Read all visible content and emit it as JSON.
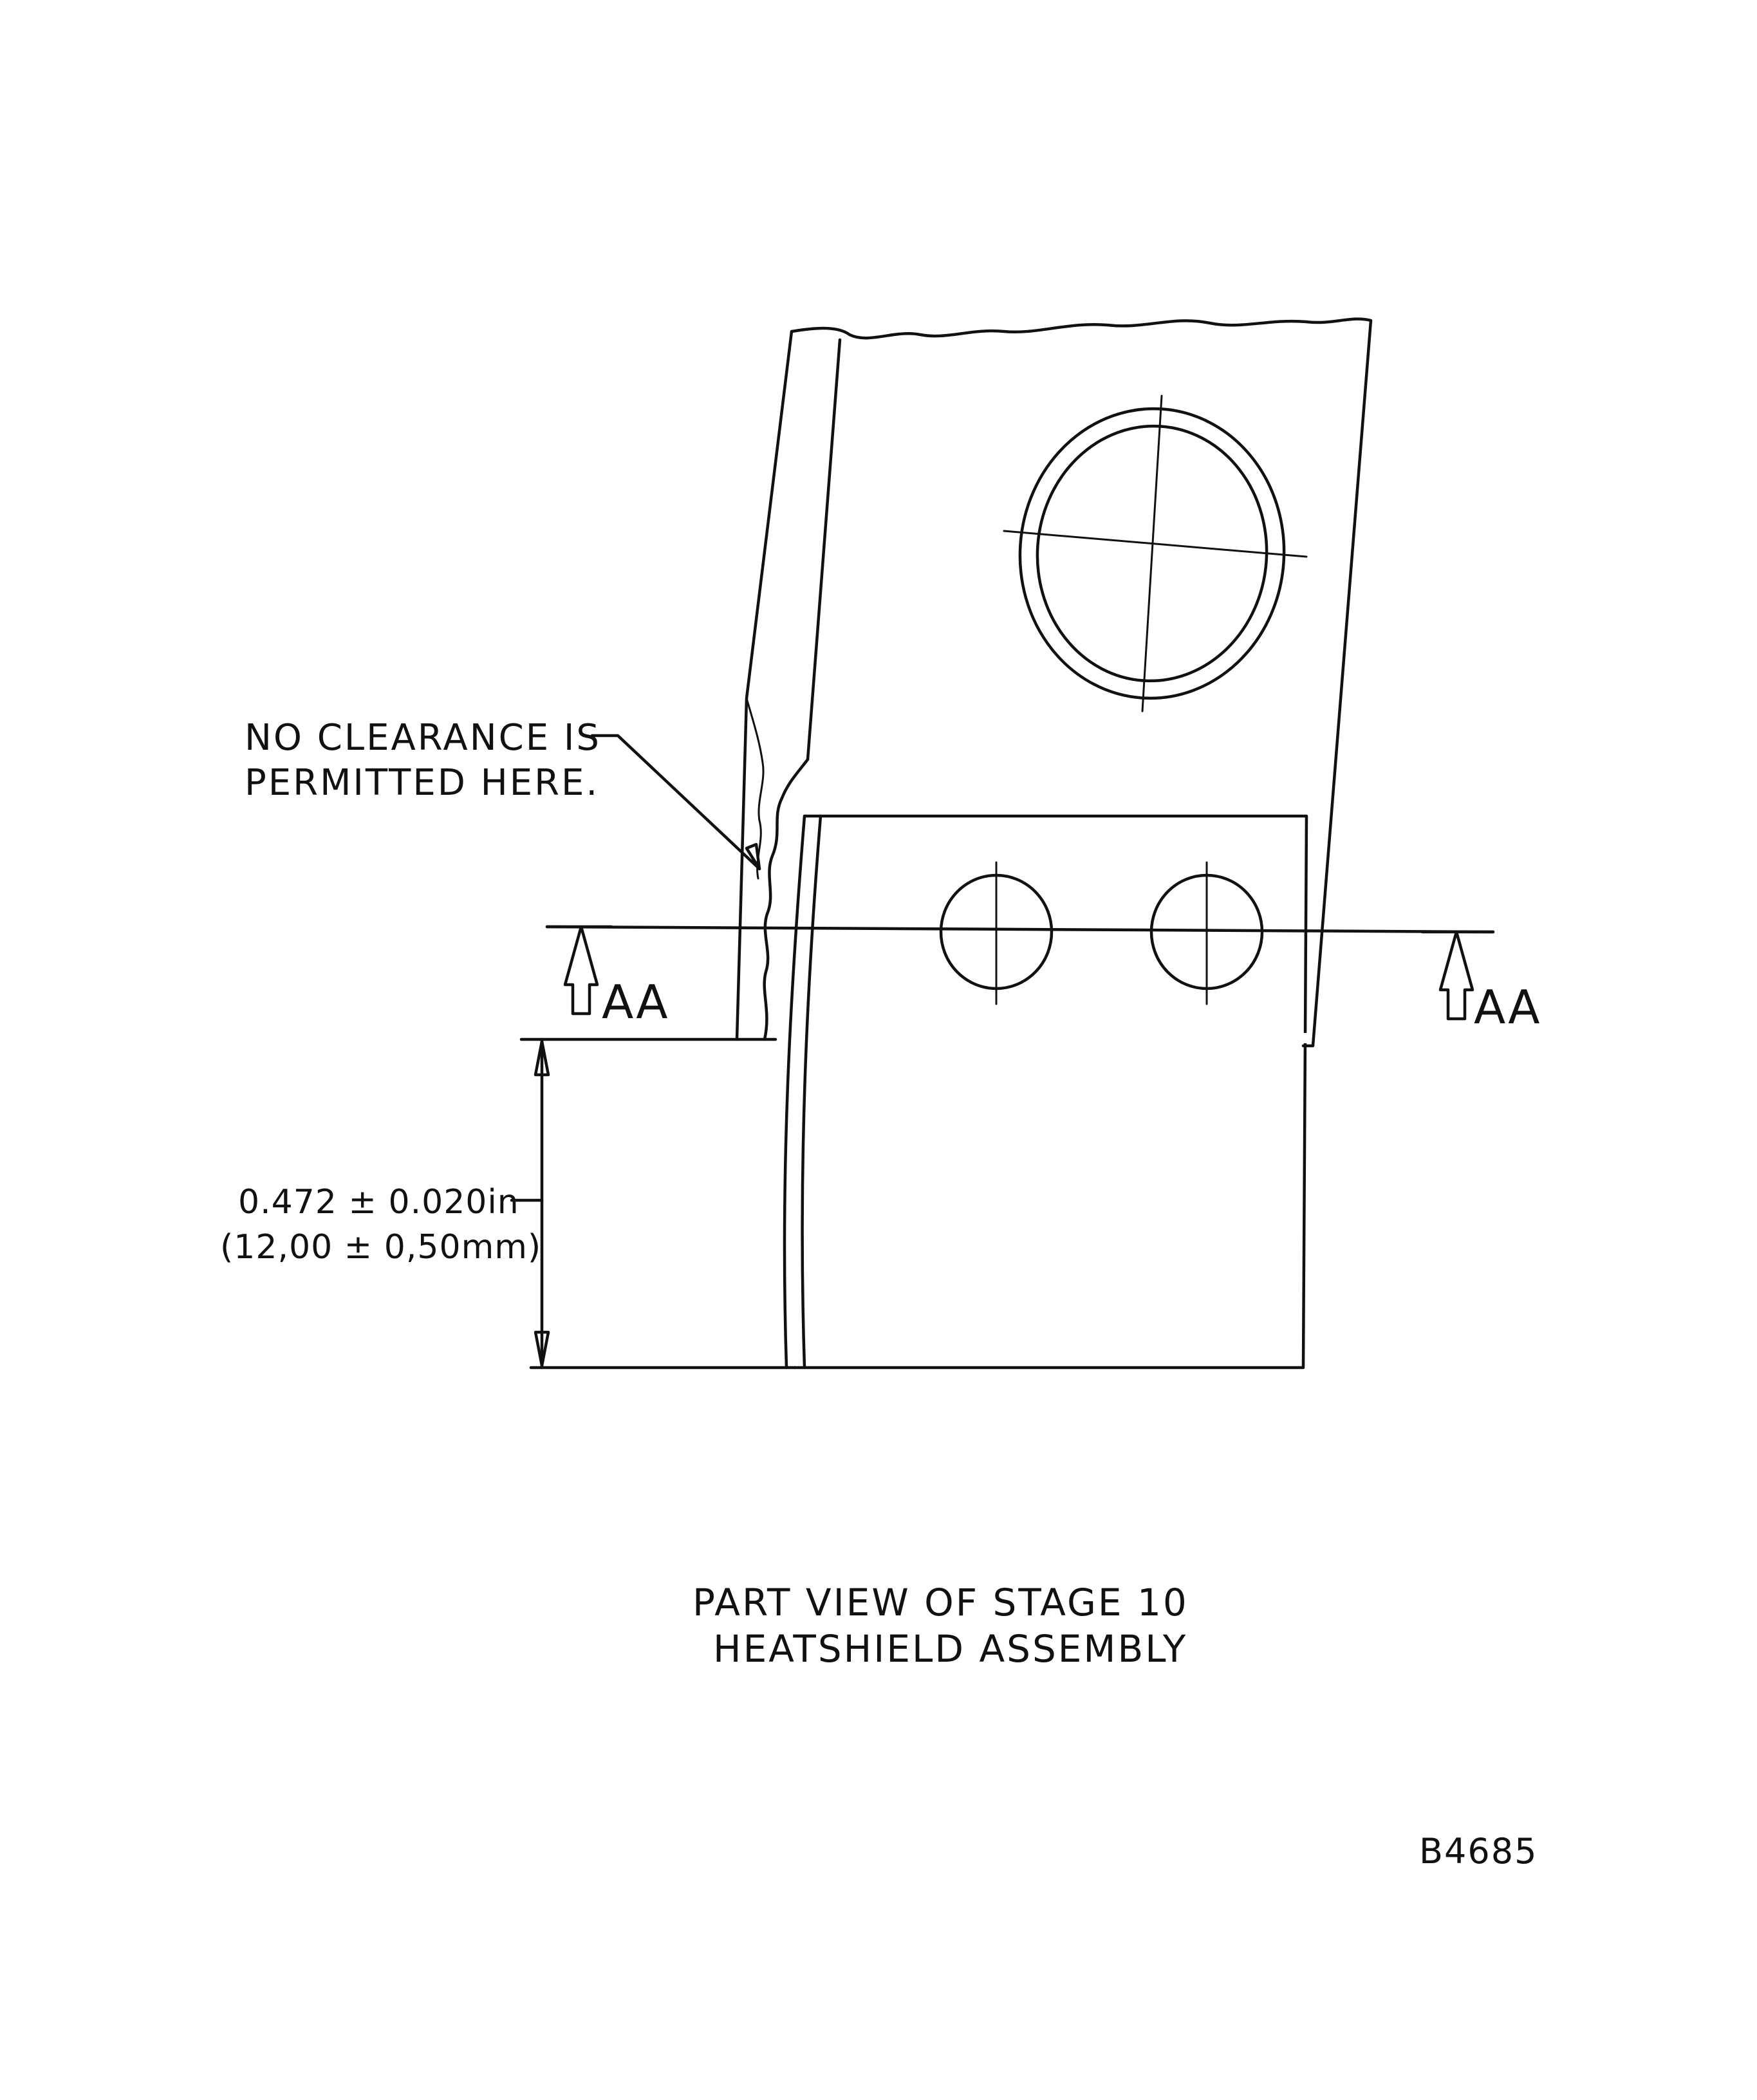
{
  "note": {
    "line1": "NO CLEARANCE IS",
    "line2": "PERMITTED HERE."
  },
  "section_marker": {
    "left_label": "AA",
    "right_label": "AA"
  },
  "dimension": {
    "imperial": "0.472 ± 0.020in",
    "metric": "(12,00 ± 0,50mm)"
  },
  "caption": {
    "line1": "PART VIEW OF STAGE 10",
    "line2": "HEATSHIELD ASSEMBLY"
  },
  "reference": "B4685",
  "colors": {
    "ink": "#111111",
    "paper": "#ffffff"
  }
}
